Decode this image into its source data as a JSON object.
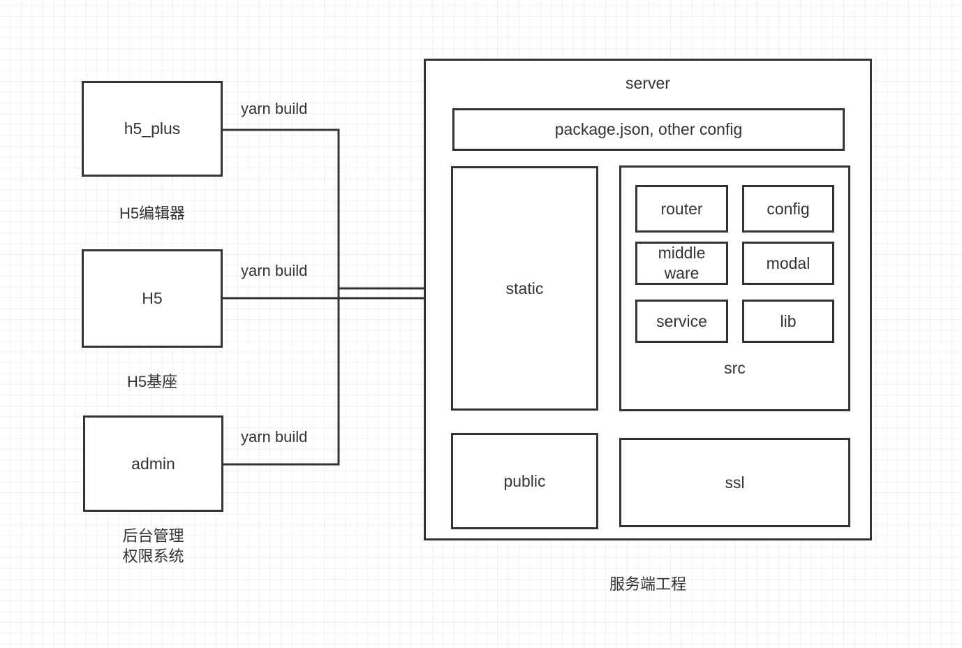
{
  "diagram": {
    "title_note": "Frontend build pipeline to server project layout",
    "background": {
      "grid_color": "#f0f0f0",
      "page_color": "#ffffff"
    },
    "stroke_color": "#333333"
  },
  "sources": [
    {
      "id": "h5_plus",
      "box_label": "h5_plus",
      "caption": "H5编辑器",
      "edge_label": "yarn build"
    },
    {
      "id": "h5",
      "box_label": "H5",
      "caption": "H5基座",
      "edge_label": "yarn build"
    },
    {
      "id": "admin",
      "box_label": "admin",
      "caption": "后台管理\n权限系统",
      "edge_label": "yarn build"
    }
  ],
  "server": {
    "title": "server",
    "caption": "服务端工程",
    "config_box": "package.json, other config",
    "static_box": "static",
    "public_box": "public",
    "ssl_box": "ssl",
    "src": {
      "title": "src",
      "items": [
        "router",
        "config",
        "middle\nware",
        "modal",
        "service",
        "lib"
      ]
    }
  }
}
